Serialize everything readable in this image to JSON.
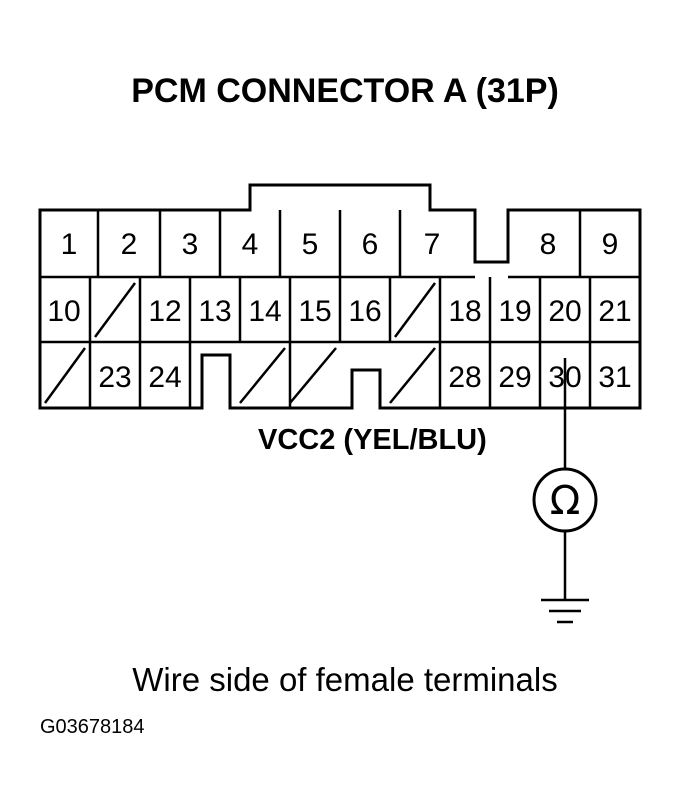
{
  "title": "PCM CONNECTOR A (31P)",
  "wire_label": "VCC2 (YEL/BLU)",
  "meter_symbol": "Ω",
  "caption": "Wire side of female terminals",
  "figure_code": "G03678184",
  "connector": {
    "row1": [
      "1",
      "2",
      "3",
      "4",
      "5",
      "6",
      "7",
      "8",
      "9"
    ],
    "row2": [
      "10",
      "",
      "12",
      "13",
      "14",
      "15",
      "16",
      "",
      "18",
      "19",
      "20",
      "21"
    ],
    "row3": [
      "",
      "23",
      "24",
      "",
      "",
      "",
      "",
      "28",
      "29",
      "30",
      "31"
    ],
    "probed_terminal": "30"
  }
}
